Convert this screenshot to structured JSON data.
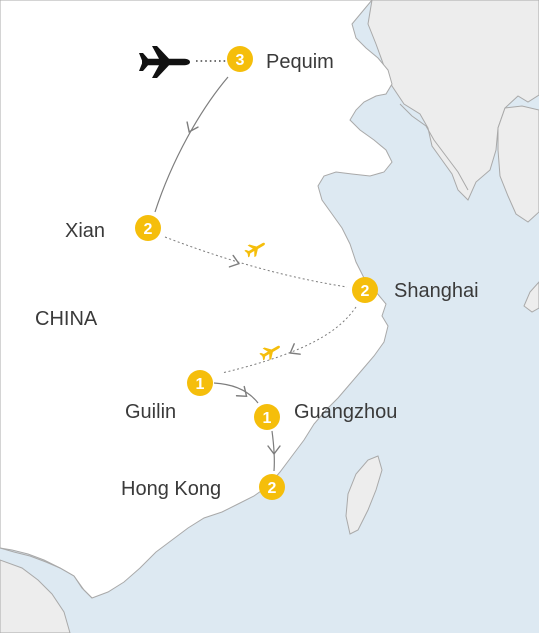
{
  "country_label": "CHINA",
  "colors": {
    "sea": "#dde9f2",
    "land": "#ffffff",
    "other_land": "#ededed",
    "border": "#a9a9a9",
    "marker": "#f5be0b",
    "marker_text": "#ffffff",
    "route": "#7d7d7d",
    "flight_icon": "#f5be0b",
    "arrival_icon": "#111111"
  },
  "stops": [
    {
      "city": "Pequim",
      "nights": "3"
    },
    {
      "city": "Xian",
      "nights": "2"
    },
    {
      "city": "Shanghai",
      "nights": "2"
    },
    {
      "city": "Guilin",
      "nights": "1"
    },
    {
      "city": "Guangzhou",
      "nights": "1"
    },
    {
      "city": "Hong Kong",
      "nights": "2"
    }
  ],
  "legs": [
    {
      "from": "Pequim",
      "to": "Xian",
      "mode": "ground",
      "icon": "arrow-icon"
    },
    {
      "from": "Xian",
      "to": "Shanghai",
      "mode": "flight",
      "icon": "airplane-icon"
    },
    {
      "from": "Shanghai",
      "to": "Guilin",
      "mode": "flight",
      "icon": "airplane-icon"
    },
    {
      "from": "Guilin",
      "to": "Guangzhou",
      "mode": "ground",
      "icon": "arrow-icon"
    },
    {
      "from": "Guangzhou",
      "to": "Hong Kong",
      "mode": "ground",
      "icon": "arrow-icon"
    }
  ],
  "arrival": {
    "to": "Pequim",
    "mode": "flight",
    "icon": "airplane-icon"
  }
}
